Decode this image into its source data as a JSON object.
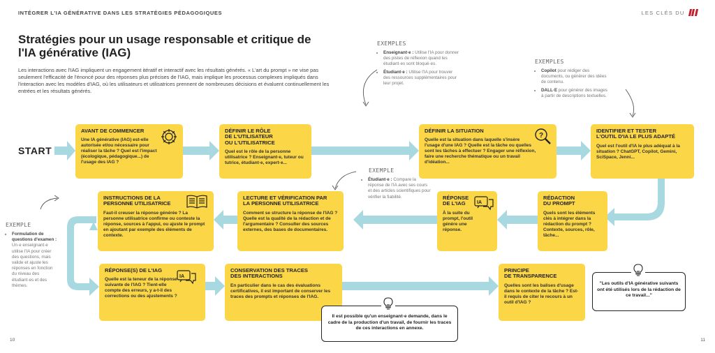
{
  "header": {
    "left": "INTÉGRER L'IA GÉNÉRATIVE DANS LES STRATÉGIES PÉDAGOGIQUES",
    "right": "LES CLÉS DU"
  },
  "title": "Stratégies pour un usage responsable et critique de l'IA générative (IAG)",
  "intro": "Les interactions avec l'IAG impliquent un engagement itératif et interactif avec les résultats générés. « L'art du prompt » ne vise pas seulement l'efficacité de l'énoncé pour des réponses plus précises de l'IAG, mais implique les processus complexes impliqués dans l'interaction avec les modèles d'IAG, où les utilisateurs et utilisatrices prennent de nombreuses décisions et évaluent continuellement les entrées et les résultats générés.",
  "start_label": "START",
  "examples": [
    {
      "label": "EXEMPLES",
      "items": [
        {
          "term": "Enseignant·e :",
          "text": "Utilise l'IA pour donner des pistes de réflexion quand les étudiant·es sont bloqué·es."
        },
        {
          "term": "Étudiant·e :",
          "text": "Utilise l'IA pour trouver des ressources supplémentaires pour leur projet."
        }
      ]
    },
    {
      "label": "EXEMPLES",
      "items": [
        {
          "term": "Copilot",
          "text": "pour rédiger des documents, ou générer des idées de contenu."
        },
        {
          "term": "DALL·E",
          "text": "pour générer des images à partir de descriptions textuelles."
        }
      ]
    },
    {
      "label": "EXEMPLE",
      "items": [
        {
          "term": "Étudiant·e :",
          "text": "Compare la réponse de l'IA avec ses cours et des articles scientifiques pour vérifier la fiabilité."
        }
      ]
    },
    {
      "label": "EXEMPLE",
      "items": [
        {
          "term": "Formulation de questions d'examen :",
          "text": "Un·e enseignant·e utilise l'IA pour créer des questions, mais valide et ajuste les réponses en fonction du niveau des étudiant·es et des thèmes."
        }
      ]
    }
  ],
  "steps": [
    {
      "title": "AVANT DE COMMENCER",
      "body": "Une IA générative (IAG) est-elle autorisée et/ou nécessaire pour réaliser la tâche ? Quel est l'impact (écologique, pédagogique...) de l'usage des IAG ?",
      "icon": "gear-icon"
    },
    {
      "title": "DÉFINIR LE RÔLE\nDE L'UTILISATEUR\nOU L'UTILISATRICE",
      "body": "Quel est le rôle de la personne utilisatrice ? Enseignant·e, tuteur ou tutrice, étudiant·e, expert·e...",
      "icon": ""
    },
    {
      "title": "DÉFINIR LA SITUATION",
      "body": "Quelle est la situation dans laquelle s'insère l'usage d'une IAG ? Quelle est la tâche ou quelles sont les tâches à effectuer ? Engager une réflexion, faire une recherche thématique ou un travail d'idéation...",
      "icon": "magnifier-question-icon"
    },
    {
      "title": "IDENTIFIER ET TESTER\nL'OUTIL D'IA LE PLUS ADAPTÉ",
      "body": "Quel est l'outil d'IA le plus adéquat à la situation ? ChatGPT, Copilot, Gemini, SciSpace, Jenni...",
      "icon": ""
    },
    {
      "title": "RÉDACTION\nDU PROMPT",
      "body": "Quels sont les éléments clés à intégrer dans la rédaction du prompt ? Contexte, sources, rôle, tâche...",
      "icon": ""
    },
    {
      "title": "RÉPONSE\nDE L'IAG",
      "body": "À la suite du prompt, l'outil génère une réponse.",
      "icon": "ia-chat-icon"
    },
    {
      "title": "LECTURE ET VÉRIFICATION PAR\nLA PERSONNE UTILISATRICE",
      "body": "Comment se structure la réponse de l'IAG ? Quelle est la qualité de la rédaction et de l'argumentaire ? Consulter des sources externes, des bases de documentaires.",
      "icon": ""
    },
    {
      "title": "INSTRUCTIONS DE LA\nPERSONNE UTILISATRICE",
      "body": "Faut-il creuser la réponse générée ? La personne utilisatrice confirme ou conteste la réponse, sources à l'appui, ou ajuste le prompt en ajoutant par exemple des éléments de contexte.",
      "icon": "open-book-icon"
    },
    {
      "title": "RÉPONSE(S) DE L'IAG",
      "body": "Quelle est la teneur de la réponse suivante de l'IAG ? Tient-elle compte des erreurs, y a-t-il des corrections ou des ajustements ?",
      "icon": "ia-chat-icon"
    },
    {
      "title": "CONSERVATION DES TRACES\nDES INTERACTIONS",
      "body": "En particulier dans le cas des évaluations certificatives, il est important de conserver les traces des prompts et réponses de l'IAG.",
      "icon": ""
    },
    {
      "title": "PRINCIPE\nDE TRANSPARENCE",
      "body": "Quelles sont les balises d'usage dans le contexte de la tâche ? Est-il requis de citer le recours à un outil d'IAG ?",
      "icon": ""
    }
  ],
  "callouts": [
    {
      "text": "Il est possible qu'un enseignant·e demande, dans le cadre de la production d'un travail, de fournir les traces de ces interactions en annexe."
    },
    {
      "text": "\"Les outils d'IA générative suivants ont été utilisés lors de la rédaction de ce travail...\""
    }
  ],
  "page_numbers": {
    "left": "10",
    "right": "11"
  },
  "colors": {
    "card": "#fbd646",
    "arrow": "#a8d8e0",
    "brand": "#c61d2b"
  }
}
